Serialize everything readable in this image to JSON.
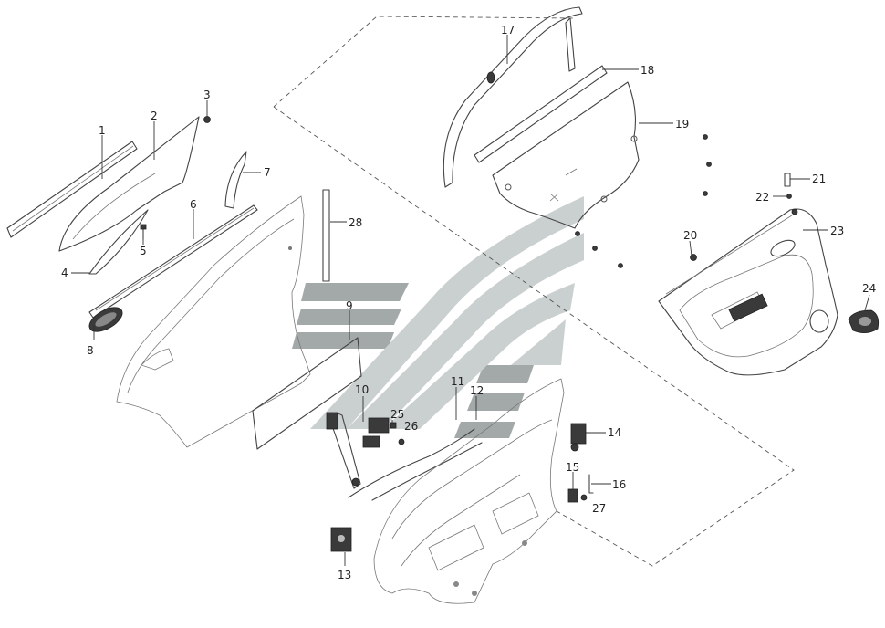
{
  "colors": {
    "line": "#444444",
    "watermark_gray": "#b9bfbf",
    "watermark_dark": "#8e9494",
    "background": "#ffffff"
  },
  "callouts": [
    {
      "id": "1",
      "label": "1"
    },
    {
      "id": "2",
      "label": "2"
    },
    {
      "id": "3",
      "label": "3"
    },
    {
      "id": "4",
      "label": "4"
    },
    {
      "id": "5",
      "label": "5"
    },
    {
      "id": "6",
      "label": "6"
    },
    {
      "id": "7",
      "label": "7"
    },
    {
      "id": "8",
      "label": "8"
    },
    {
      "id": "9",
      "label": "9"
    },
    {
      "id": "10",
      "label": "10"
    },
    {
      "id": "11",
      "label": "11"
    },
    {
      "id": "12",
      "label": "12"
    },
    {
      "id": "13",
      "label": "13"
    },
    {
      "id": "14",
      "label": "14"
    },
    {
      "id": "15",
      "label": "15"
    },
    {
      "id": "16",
      "label": "16"
    },
    {
      "id": "17",
      "label": "17"
    },
    {
      "id": "18",
      "label": "18"
    },
    {
      "id": "19",
      "label": "19"
    },
    {
      "id": "20",
      "label": "20"
    },
    {
      "id": "21",
      "label": "21"
    },
    {
      "id": "22",
      "label": "22"
    },
    {
      "id": "23",
      "label": "23"
    },
    {
      "id": "24",
      "label": "24"
    },
    {
      "id": "25",
      "label": "25"
    },
    {
      "id": "26",
      "label": "26"
    },
    {
      "id": "27",
      "label": "27"
    },
    {
      "id": "28",
      "label": "28"
    }
  ]
}
